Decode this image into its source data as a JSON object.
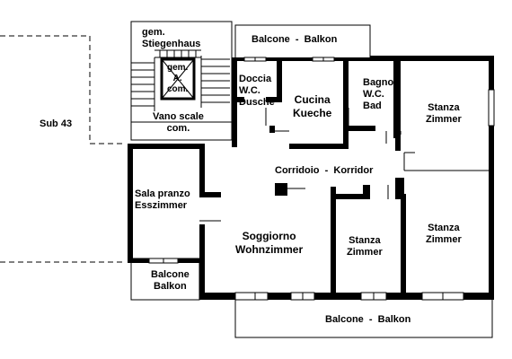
{
  "plan": {
    "sub_label": "Sub 43",
    "stair_house": "gem.\nStiegenhaus",
    "lift": "gem.\nA.\ncom.",
    "stairwell": "Vano scale\ncom.",
    "balcony_top": "Balcone  -  Balkon",
    "shower": "Doccia\nW.C.\nDusche",
    "kitchen": "Cucina\nKueche",
    "bath": "Bagno\nW.C.\nBad",
    "room_ne": "Stanza\nZimmer",
    "corridor": "Corridoio  -  Korridor",
    "dining": "Sala pranzo\nEsszimmer",
    "living": "Soggiorno\nWohnzimmer",
    "room_mid": "Stanza\nZimmer",
    "room_se": "Stanza\nZimmer",
    "balcony_small": "Balcone\nBalkon",
    "balcony_bottom": "Balcone  -  Balkon"
  }
}
